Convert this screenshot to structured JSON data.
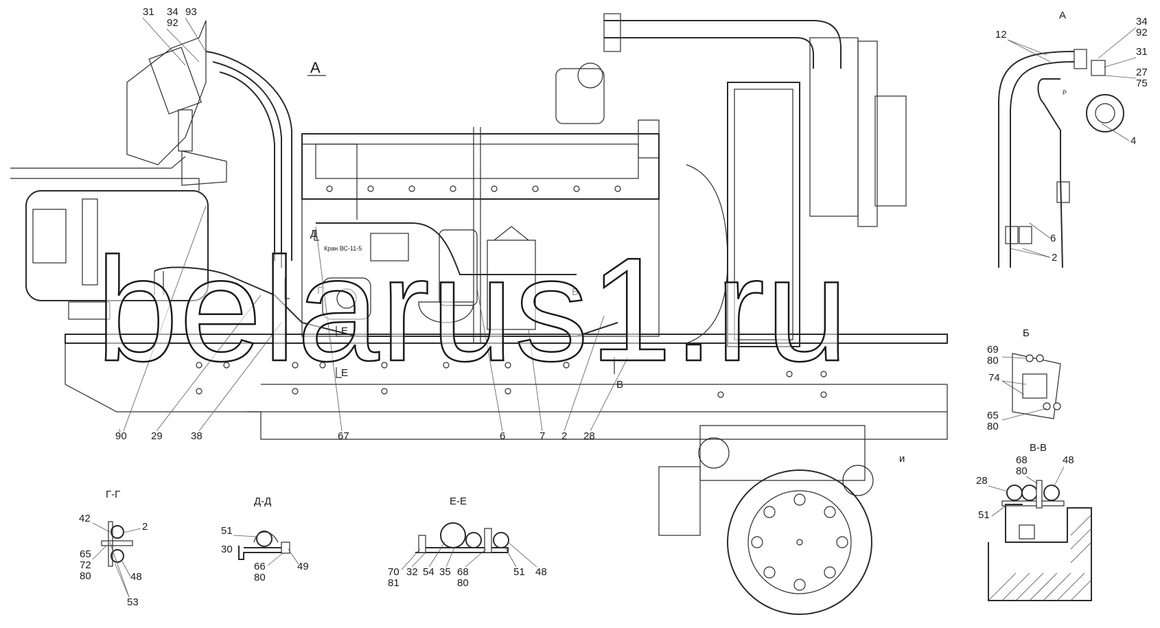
{
  "watermark": "belarus1.ru",
  "corner_mark": "",
  "view_labels": {
    "main_view": "А",
    "detail_a": "А",
    "detail_b": "Б",
    "section_vv": "В-В",
    "section_gg": "Г-Г",
    "section_dd": "Д-Д",
    "section_ee": "Е-Е",
    "view_i": "и"
  },
  "inline_labels": {
    "valve": "Кран ВС-11-5",
    "cut_g": "Г",
    "cut_e": "Е",
    "cut_d": "Д",
    "cut_b": "Б",
    "cut_v": "В",
    "p_mark": "Р"
  },
  "main_callouts": {
    "top": [
      "31",
      "34",
      "92",
      "93"
    ],
    "bottom": [
      "90",
      "29",
      "38",
      "67",
      "6",
      "7",
      "2",
      "28"
    ]
  },
  "detail_a_callouts": [
    "12",
    "34",
    "92",
    "31",
    "27",
    "75",
    "4",
    "6",
    "2"
  ],
  "detail_b_callouts": [
    "69",
    "80",
    "74",
    "65",
    "80"
  ],
  "section_vv_callouts": [
    "68",
    "80",
    "48",
    "28",
    "51"
  ],
  "section_gg_callouts": [
    "42",
    "2",
    "65",
    "72",
    "80",
    "48",
    "53"
  ],
  "section_dd_callouts": [
    "51",
    "30",
    "66",
    "80",
    "49"
  ],
  "section_ee_callouts": [
    "70",
    "81",
    "32",
    "54",
    "35",
    "68",
    "80",
    "51",
    "48"
  ]
}
